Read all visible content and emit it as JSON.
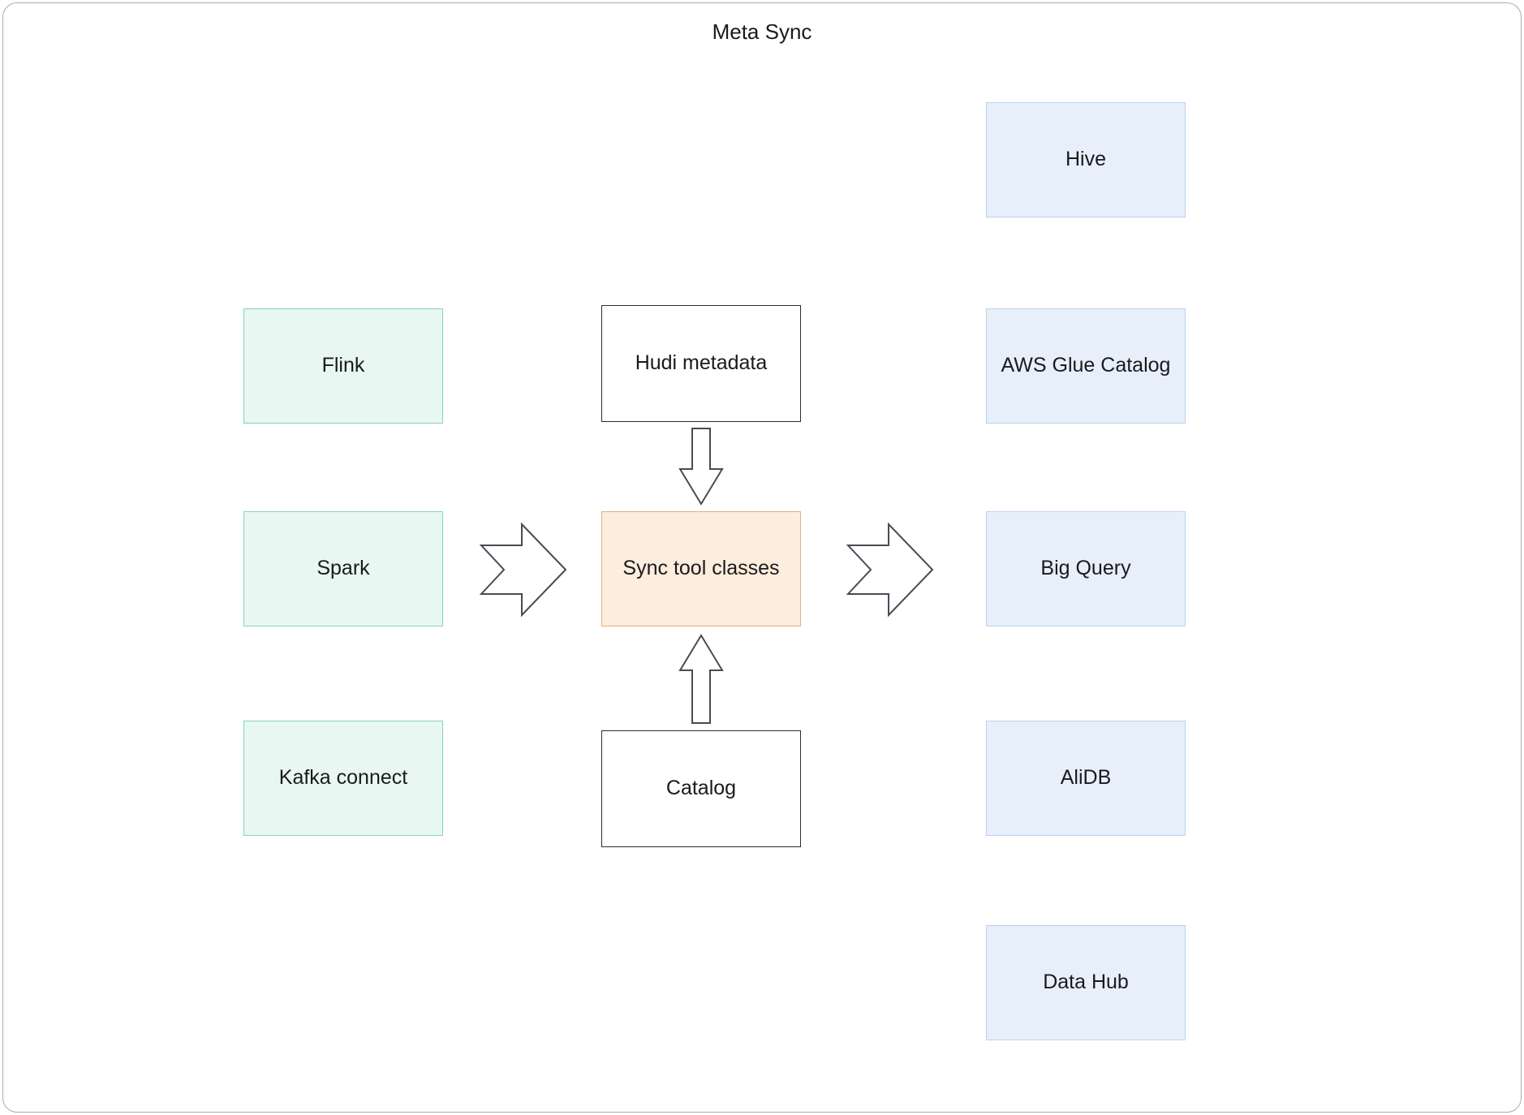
{
  "title": "Meta Sync",
  "diagram": {
    "sources": [
      {
        "id": "flink",
        "label": "Flink"
      },
      {
        "id": "spark",
        "label": "Spark"
      },
      {
        "id": "kafka-connect",
        "label": "Kafka connect"
      }
    ],
    "center": {
      "hudi_metadata": "Hudi metadata",
      "sync_tool_classes": "Sync tool classes",
      "catalog": "Catalog"
    },
    "targets": [
      {
        "id": "hive",
        "label": "Hive"
      },
      {
        "id": "aws-glue-catalog",
        "label": "AWS Glue Catalog"
      },
      {
        "id": "big-query",
        "label": "Big Query"
      },
      {
        "id": "alidb",
        "label": "AliDB"
      },
      {
        "id": "data-hub",
        "label": "Data Hub"
      }
    ],
    "colors": {
      "source_fill": "#e8f7f1",
      "source_border": "#86d3ba",
      "target_fill": "#e7effb",
      "target_border": "#bcd2f0",
      "center_fill": "#fdeddc",
      "center_border": "#e5ae79",
      "plain_fill": "#ffffff",
      "plain_border": "#2b2b36",
      "arrow_outline": "#4a4a55",
      "canvas_border": "#ababab",
      "text_color": "#1a1a1e"
    }
  }
}
